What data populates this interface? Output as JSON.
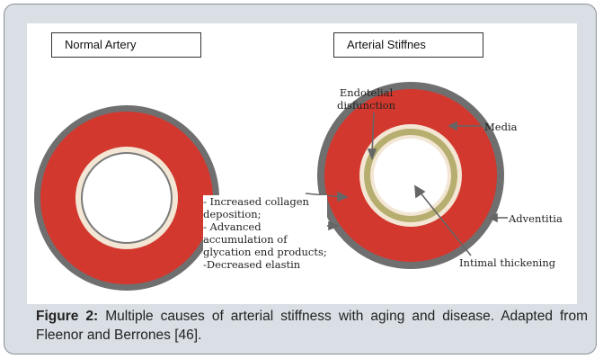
{
  "figure": {
    "left_title": "Normal Artery",
    "right_title": "Arterial Stiffnes",
    "labels": {
      "endothelial": "Endotelial\ndisfunction",
      "media": "Media",
      "adventitia": "Adventitia",
      "intimal": "Intimal thickening",
      "causes": "- Increased collagen\ndeposition;\n- Advanced\naccumulation of\nglycation end products;\n-Decreased elastin"
    },
    "colors": {
      "media_red": "#d3382f",
      "adventitia_gray": "#6f6f6f",
      "intima_cream": "#f3e6d4",
      "thick_intima_olive": "#b5ae6e",
      "frame_bg": "#d9dfe5"
    }
  },
  "caption": {
    "label": "Figure 2:",
    "text": " Multiple causes of arterial stiffness with aging and disease. Adapted from Fleenor and Berrones [46]."
  }
}
